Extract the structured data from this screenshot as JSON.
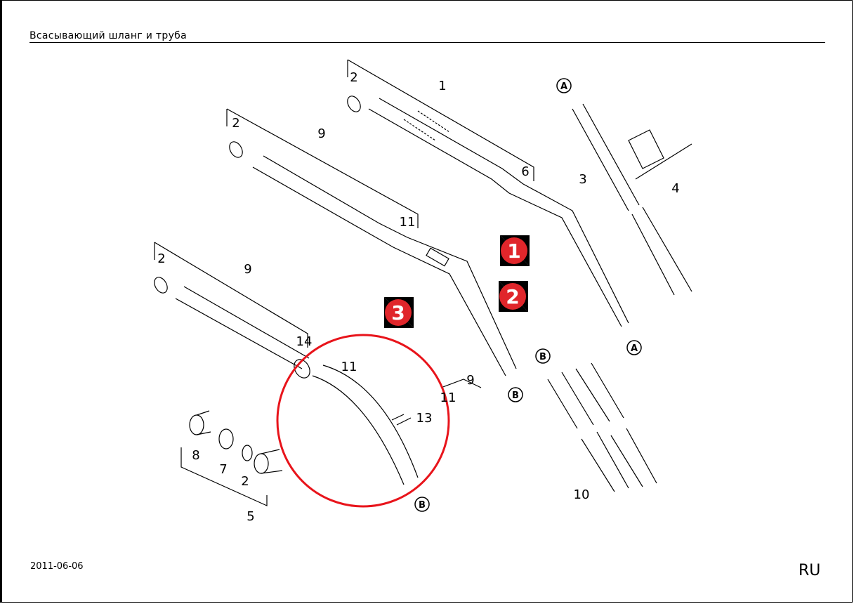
{
  "header": {
    "title": "Всасывающий шланг и труба"
  },
  "footer": {
    "date": "2011-06-06",
    "language": "RU"
  },
  "diagram": {
    "part_labels": [
      "2",
      "1",
      "2",
      "9",
      "6",
      "3",
      "4",
      "11",
      "2",
      "9",
      "14",
      "11",
      "9",
      "11",
      "13",
      "8",
      "7",
      "2",
      "5",
      "10"
    ],
    "connector_labels": [
      "A",
      "A",
      "B",
      "B",
      "B"
    ],
    "variant_markers": [
      "1",
      "2",
      "3"
    ],
    "colors": {
      "marker": "#e0262b",
      "highlight": "#e8141b",
      "line": "#000000"
    }
  }
}
